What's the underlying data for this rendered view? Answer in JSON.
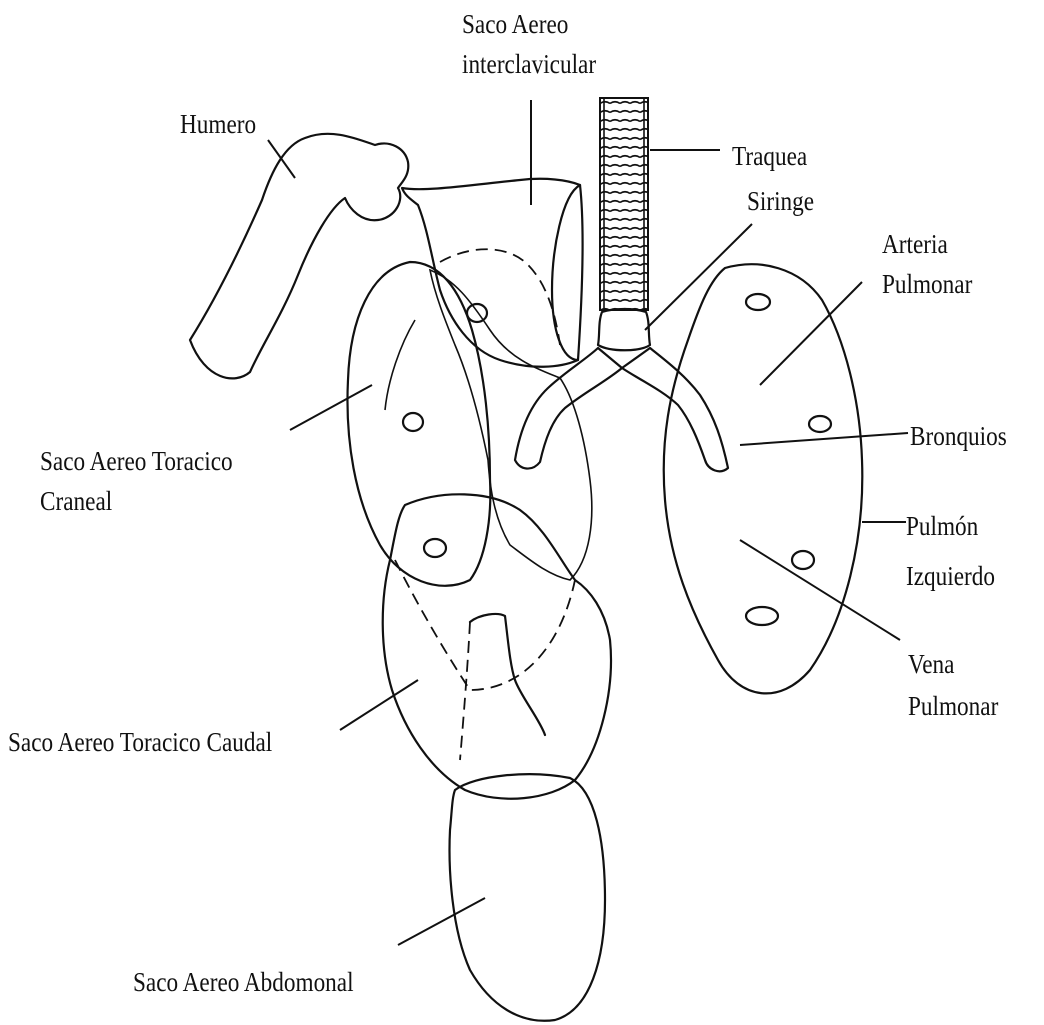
{
  "diagram": {
    "labels": {
      "saco_interclavicular_1": "Saco Aereo",
      "saco_interclavicular_2": "interclavicular",
      "humero": "Humero",
      "traquea": "Traquea",
      "siringe": "Siringe",
      "arteria_1": "Arteria",
      "arteria_2": "Pulmonar",
      "bronquios": "Bronquios",
      "toracico_craneal_1": "Saco Aereo Toracico",
      "toracico_craneal_2": "Craneal",
      "pulmon_1": "Pulmón",
      "pulmon_2": "Izquierdo",
      "vena_1": "Vena",
      "vena_2": "Pulmonar",
      "toracico_caudal": "Saco Aereo Toracico Caudal",
      "abdomonal": "Saco Aereo Abdomonal"
    },
    "colors": {
      "ink": "#111111",
      "paper": "#ffffff",
      "lung_fill": "#bdbdbd"
    }
  }
}
